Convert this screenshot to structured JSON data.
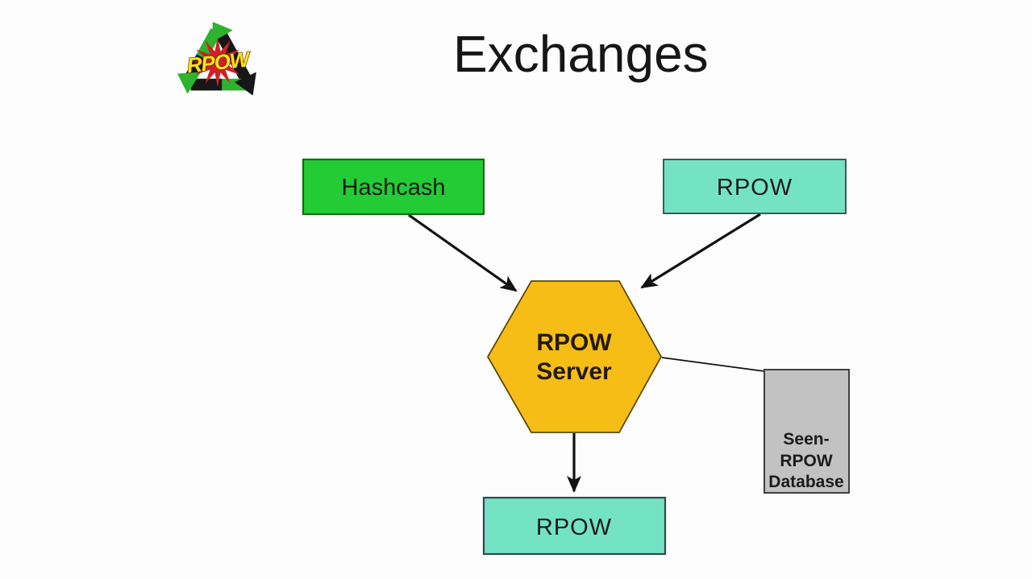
{
  "slide": {
    "title": "Exchanges",
    "background": "#fdfdfd"
  },
  "logo": {
    "name": "rpow-recycle-logo",
    "text": "RPOW",
    "colors": {
      "arrow_black": "#171717",
      "arrow_green": "#2db32d",
      "burst_red": "#d01f26",
      "text_yellow": "#f3e713",
      "text_outline": "#6b0f0f"
    }
  },
  "nodes": {
    "hashcash": {
      "label": "Hashcash",
      "fill": "#23cb34",
      "border": "#156c15",
      "text_color": "#1b1b1b"
    },
    "rpow_top": {
      "label": "RPOW",
      "fill": "#74e3c3",
      "border": "#36474a",
      "text_color": "#1b1b1b"
    },
    "server": {
      "label_line1": "RPOW",
      "label_line2": "Server",
      "fill": "#f7bd17",
      "border": "#5b4a06",
      "text_color": "#221b00"
    },
    "seen_rpow_db": {
      "label_line1": "Seen-",
      "label_line2": "RPOW",
      "label_line3": "Database",
      "fill": "#c2c2c2",
      "border": "#3f3f3f",
      "text_color": "#1b1b1b"
    },
    "rpow_bottom": {
      "label": "RPOW",
      "fill": "#74e3c3",
      "border": "#36474a",
      "text_color": "#1b1b1b"
    }
  },
  "edges": [
    {
      "from": "hashcash",
      "to": "server",
      "type": "arrow"
    },
    {
      "from": "rpow_top",
      "to": "server",
      "type": "arrow"
    },
    {
      "from": "server",
      "to": "rpow_bottom",
      "type": "arrow"
    },
    {
      "from": "server",
      "to": "seen_rpow_db",
      "type": "plain-line"
    }
  ],
  "colors": {
    "arrow": "#121212",
    "title_text": "#161616"
  }
}
